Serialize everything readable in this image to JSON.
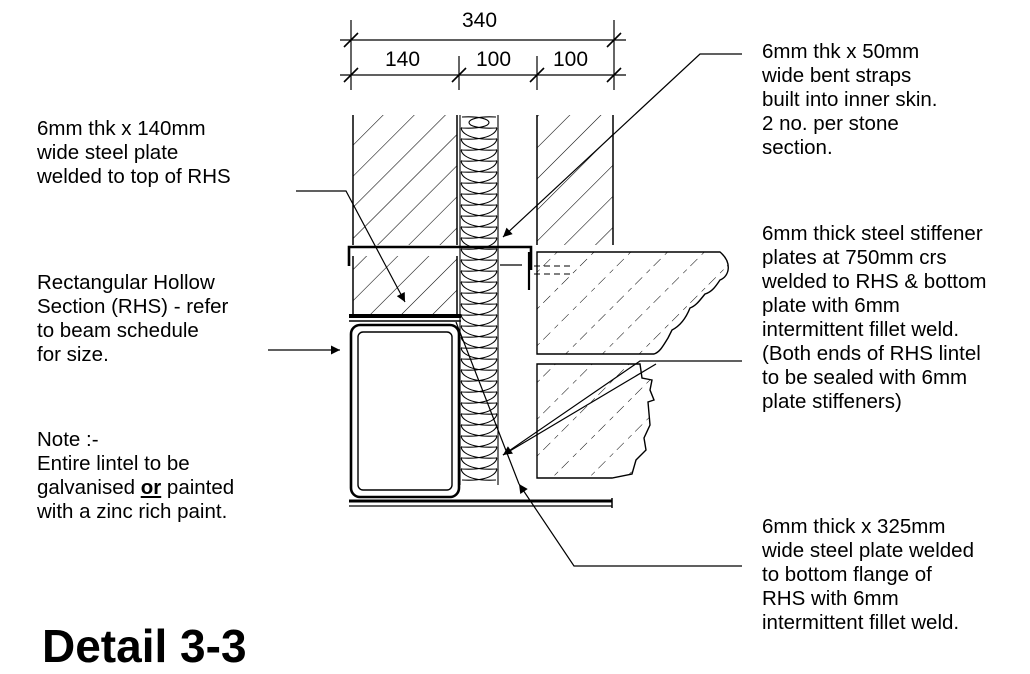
{
  "dimensions": {
    "overall": "340",
    "inner_skin": "140",
    "cavity": "100",
    "outer_skin": "100"
  },
  "labels": {
    "straps": [
      "6mm thk x 50mm",
      "wide bent straps",
      "built into inner skin.",
      "2 no. per stone",
      "section."
    ],
    "top_plate": [
      "6mm thk x 140mm",
      "wide steel plate",
      "welded to top of RHS"
    ],
    "rhs": [
      "Rectangular Hollow",
      "Section (RHS) - refer",
      "to beam schedule",
      "for size."
    ],
    "stiffener": [
      "6mm thick steel stiffener",
      "plates at 750mm crs",
      "welded to RHS & bottom",
      "plate with 6mm",
      "intermittent fillet weld.",
      "(Both ends of RHS lintel",
      "to be sealed with 6mm",
      "plate stiffeners)"
    ],
    "bottom_plate": [
      "6mm thick x 325mm",
      "wide steel plate welded",
      "to bottom flange of",
      "RHS with 6mm",
      "intermittent fillet weld."
    ]
  },
  "note": {
    "heading": "Note :-",
    "line1": "Entire lintel to be",
    "line2_pre": "galvanised ",
    "line2_emph": "or",
    "line2_post": " painted",
    "line3": "with a zinc rich paint."
  },
  "title": "Detail 3-3",
  "colors": {
    "ink": "#000000",
    "background": "#ffffff"
  }
}
